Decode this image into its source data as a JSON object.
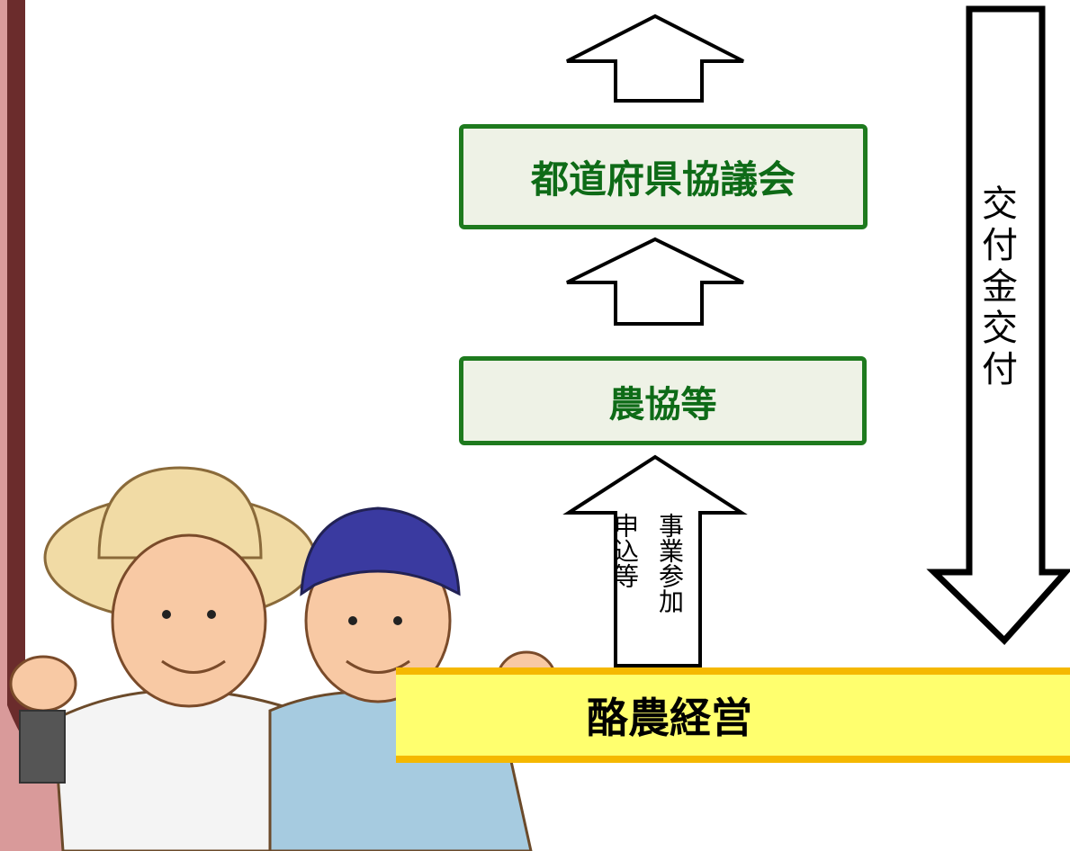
{
  "diagram": {
    "top_box": "都道府県協議会",
    "middle_box": "農協等",
    "bottom_band": "酪農経営",
    "apply_label_line1": "申込等",
    "apply_label_line2": "事業参加",
    "payment_label": "交付金交付"
  },
  "colors": {
    "box_border": "#1e7a1e",
    "box_fill": "#eef2e6",
    "box_text": "#0e6b17",
    "band_fill": "#ffff6e",
    "band_border": "#f5b800",
    "left_frame": "#6b2c2c"
  },
  "illustration": "two-farmers-cheering"
}
